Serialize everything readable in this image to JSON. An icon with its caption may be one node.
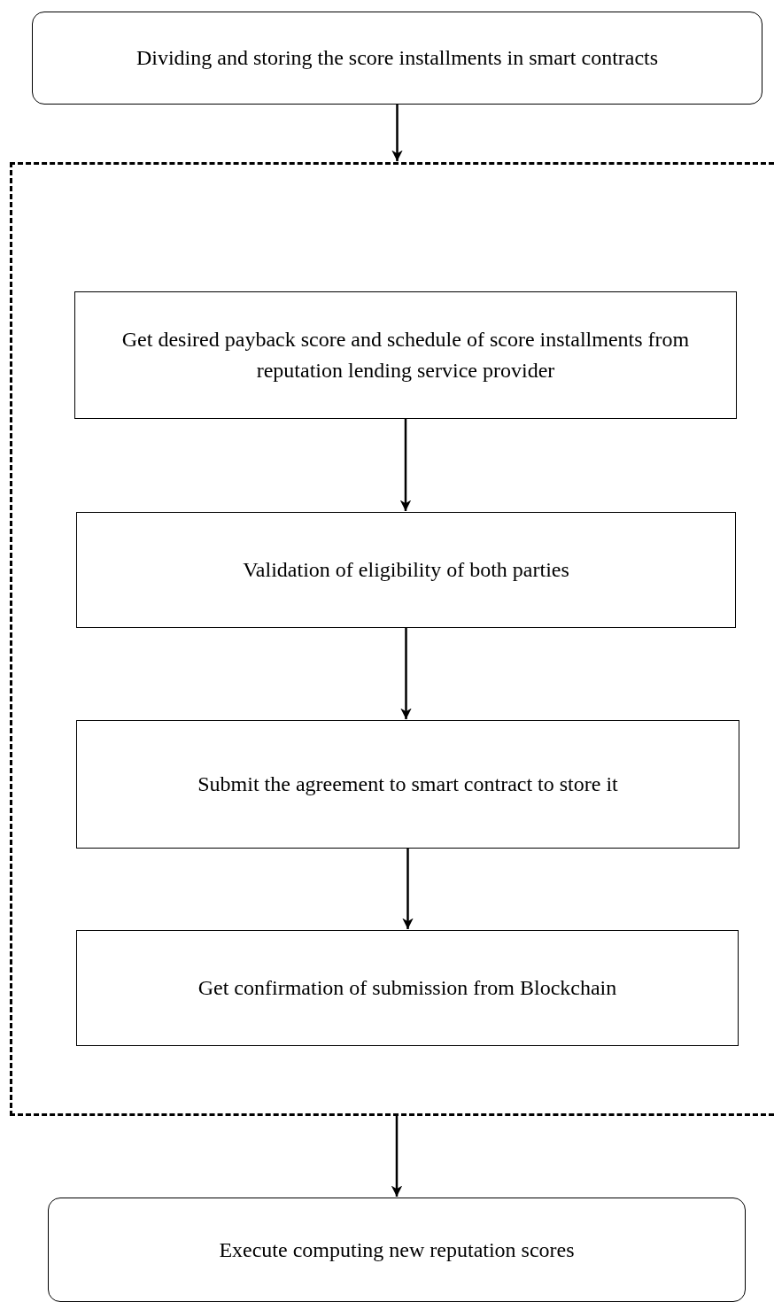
{
  "diagram": {
    "nodes": [
      {
        "text": [
          "Dividing and storing the score installments in smart contracts"
        ]
      },
      {
        "text": [],
        "shape": "box"
      },
      {
        "text": [
          "Get desired payback score and schedule of score installments from reputation lending service provider"
        ],
        "in": 1
      },
      {
        "text": [
          "Validation of eligibility of both parties"
        ],
        "in": 1
      },
      {
        "text": [
          "Submit the agreement to smart contract to store it"
        ],
        "in": 1
      },
      {
        "text": [
          "Get confirmation of submission from Blockchain"
        ],
        "in": 1
      },
      {
        "text": [
          "Execute computing new reputation scores"
        ]
      }
    ],
    "edges": [
      {
        "from": 0,
        "to": 1,
        "arrow": "to"
      },
      {
        "from": 2,
        "to": 3,
        "arrow": "to"
      },
      {
        "from": 3,
        "to": 4,
        "arrow": "to"
      },
      {
        "from": 4,
        "to": 5,
        "arrow": "to"
      },
      {
        "from": 1,
        "to": 6,
        "arrow": "to"
      }
    ]
  }
}
